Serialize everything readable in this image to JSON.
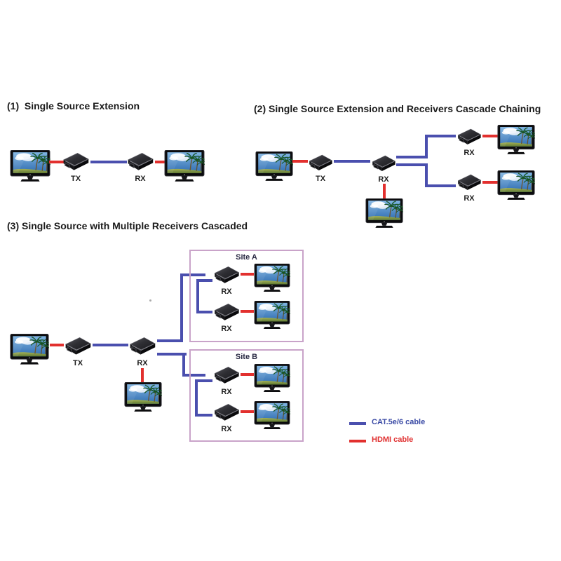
{
  "sections": {
    "s1": {
      "title": "(1)  Single Source Extension"
    },
    "s2": {
      "title": "(2) Single Source Extension and Receivers Cascade Chaining"
    },
    "s3": {
      "title": "(3) Single Source with Multiple Receivers Cascaded"
    }
  },
  "labels": {
    "tx": "TX",
    "rx": "RX"
  },
  "sites": {
    "a": "Site A",
    "b": "Site B"
  },
  "legend": {
    "cat": "CAT.5e/6 cable",
    "hdmi": "HDMI cable"
  },
  "colors": {
    "cat_cable": "#4a4fae",
    "hdmi_cable": "#e2302e",
    "site_box_border": "#c9a3c9",
    "site_label_text": "#2b2b45",
    "legend_cat_text": "#3a4aa5",
    "legend_hdmi_text": "#e03030",
    "title_text": "#1b1b1b"
  },
  "icons": {
    "tv": "tv-monitor-icon",
    "device": "extender-box-icon"
  }
}
